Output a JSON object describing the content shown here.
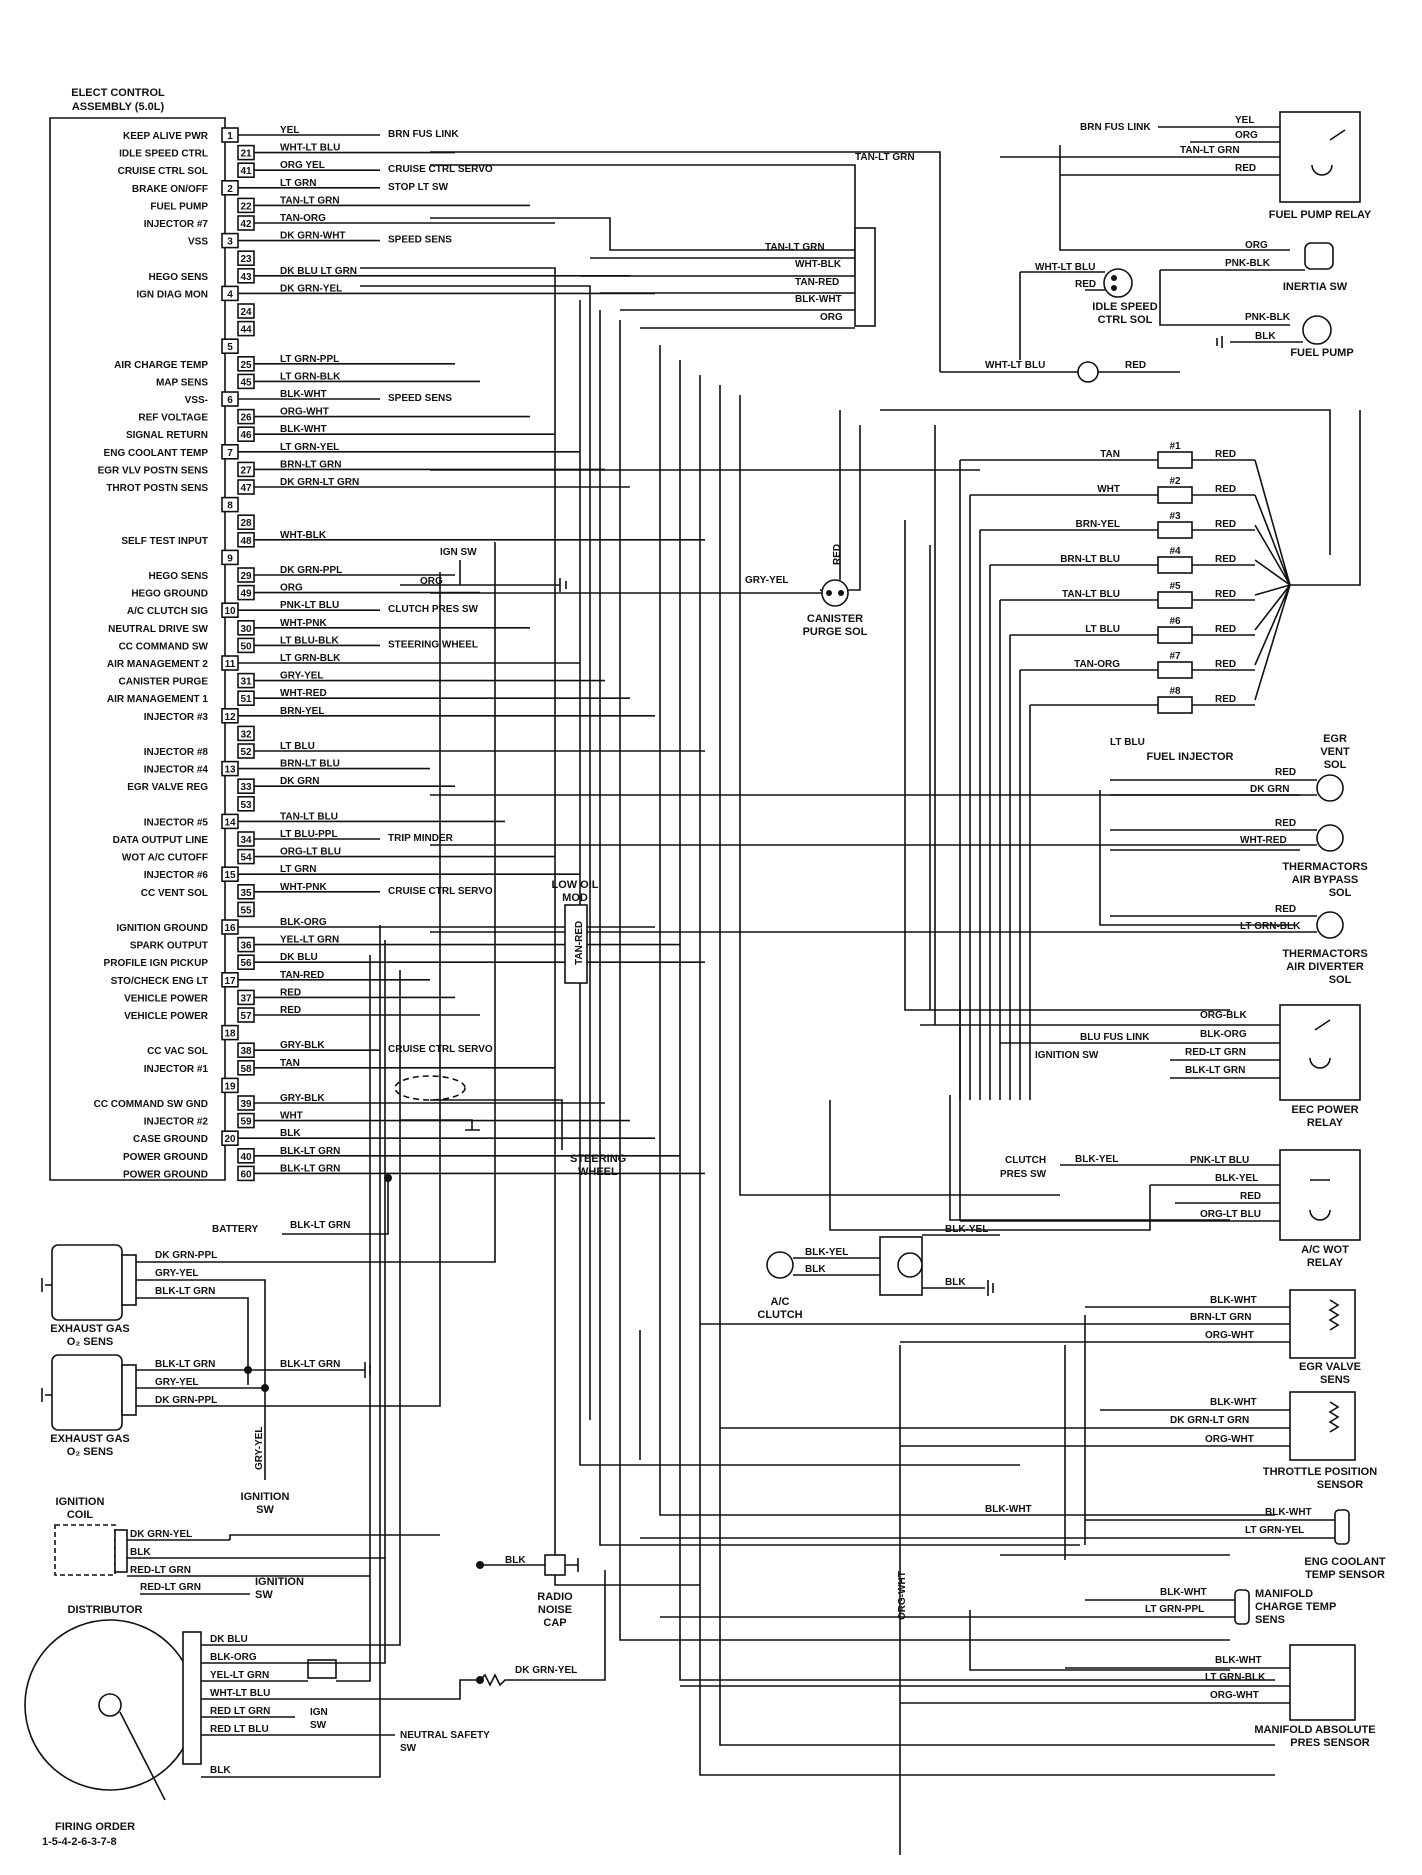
{
  "ecu": {
    "title": [
      "ELECT CONTROL",
      "ASSEMBLY (5.0L)"
    ],
    "pins": [
      {
        "label": "KEEP ALIVE PWR",
        "odd": "1",
        "even": "",
        "color": "YEL",
        "dest": "BRN FUS LINK"
      },
      {
        "label": "IDLE SPEED CTRL",
        "odd": "",
        "even": "21",
        "color": "WHT-LT BLU",
        "dest": ""
      },
      {
        "label": "CRUISE CTRL SOL",
        "odd": "",
        "even": "41",
        "color": "ORG YEL",
        "dest": "CRUISE CTRL SERVO"
      },
      {
        "label": "BRAKE ON/OFF",
        "odd": "2",
        "even": "",
        "color": "LT GRN",
        "dest": "STOP LT SW"
      },
      {
        "label": "FUEL PUMP",
        "odd": "",
        "even": "22",
        "color": "TAN-LT GRN",
        "dest": ""
      },
      {
        "label": "INJECTOR #7",
        "odd": "",
        "even": "42",
        "color": "TAN-ORG",
        "dest": ""
      },
      {
        "label": "VSS",
        "odd": "3",
        "even": "",
        "color": "DK GRN-WHT",
        "dest": "SPEED SENS"
      },
      {
        "label": "",
        "odd": "",
        "even": "23",
        "color": "",
        "dest": ""
      },
      {
        "label": "HEGO SENS",
        "odd": "",
        "even": "43",
        "color": "DK BLU LT GRN",
        "dest": ""
      },
      {
        "label": "IGN DIAG MON",
        "odd": "4",
        "even": "",
        "color": "DK GRN-YEL",
        "dest": ""
      },
      {
        "label": "",
        "odd": "",
        "even": "24",
        "color": "",
        "dest": ""
      },
      {
        "label": "",
        "odd": "",
        "even": "44",
        "color": "",
        "dest": ""
      },
      {
        "label": "",
        "odd": "5",
        "even": "",
        "color": "",
        "dest": ""
      },
      {
        "label": "AIR CHARGE TEMP",
        "odd": "",
        "even": "25",
        "color": "LT GRN-PPL",
        "dest": ""
      },
      {
        "label": "MAP SENS",
        "odd": "",
        "even": "45",
        "color": "LT GRN-BLK",
        "dest": ""
      },
      {
        "label": "VSS-",
        "odd": "6",
        "even": "",
        "color": "BLK-WHT",
        "dest": "SPEED SENS"
      },
      {
        "label": "REF VOLTAGE",
        "odd": "",
        "even": "26",
        "color": "ORG-WHT",
        "dest": ""
      },
      {
        "label": "SIGNAL RETURN",
        "odd": "",
        "even": "46",
        "color": "BLK-WHT",
        "dest": ""
      },
      {
        "label": "ENG COOLANT TEMP",
        "odd": "7",
        "even": "",
        "color": "LT GRN-YEL",
        "dest": ""
      },
      {
        "label": "EGR VLV POSTN SENS",
        "odd": "",
        "even": "27",
        "color": "BRN-LT GRN",
        "dest": ""
      },
      {
        "label": "THROT POSTN SENS",
        "odd": "",
        "even": "47",
        "color": "DK GRN-LT GRN",
        "dest": ""
      },
      {
        "label": "",
        "odd": "8",
        "even": "",
        "color": "",
        "dest": ""
      },
      {
        "label": "",
        "odd": "",
        "even": "28",
        "color": "",
        "dest": ""
      },
      {
        "label": "SELF TEST INPUT",
        "odd": "",
        "even": "48",
        "color": "WHT-BLK",
        "dest": ""
      },
      {
        "label": "",
        "odd": "9",
        "even": "",
        "color": "",
        "dest": ""
      },
      {
        "label": "HEGO SENS",
        "odd": "",
        "even": "29",
        "color": "DK GRN-PPL",
        "dest": ""
      },
      {
        "label": "HEGO GROUND",
        "odd": "",
        "even": "49",
        "color": "ORG",
        "dest": ""
      },
      {
        "label": "A/C CLUTCH SIG",
        "odd": "10",
        "even": "",
        "color": "PNK-LT BLU",
        "dest": "CLUTCH PRES SW"
      },
      {
        "label": "NEUTRAL DRIVE SW",
        "odd": "",
        "even": "30",
        "color": "WHT-PNK",
        "dest": ""
      },
      {
        "label": "CC COMMAND SW",
        "odd": "",
        "even": "50",
        "color": "LT BLU-BLK",
        "dest": "STEERING WHEEL"
      },
      {
        "label": "AIR MANAGEMENT 2",
        "odd": "11",
        "even": "",
        "color": "LT GRN-BLK",
        "dest": ""
      },
      {
        "label": "CANISTER PURGE",
        "odd": "",
        "even": "31",
        "color": "GRY-YEL",
        "dest": ""
      },
      {
        "label": "AIR MANAGEMENT 1",
        "odd": "",
        "even": "51",
        "color": "WHT-RED",
        "dest": ""
      },
      {
        "label": "INJECTOR #3",
        "odd": "12",
        "even": "",
        "color": "BRN-YEL",
        "dest": ""
      },
      {
        "label": "",
        "odd": "",
        "even": "32",
        "color": "",
        "dest": ""
      },
      {
        "label": "INJECTOR #8",
        "odd": "",
        "even": "52",
        "color": "LT BLU",
        "dest": ""
      },
      {
        "label": "INJECTOR #4",
        "odd": "13",
        "even": "",
        "color": "BRN-LT BLU",
        "dest": ""
      },
      {
        "label": "EGR VALVE REG",
        "odd": "",
        "even": "33",
        "color": "DK GRN",
        "dest": ""
      },
      {
        "label": "",
        "odd": "",
        "even": "53",
        "color": "",
        "dest": ""
      },
      {
        "label": "INJECTOR #5",
        "odd": "14",
        "even": "",
        "color": "TAN-LT BLU",
        "dest": ""
      },
      {
        "label": "DATA OUTPUT LINE",
        "odd": "",
        "even": "34",
        "color": "LT BLU-PPL",
        "dest": "TRIP MINDER"
      },
      {
        "label": "WOT A/C CUTOFF",
        "odd": "",
        "even": "54",
        "color": "ORG-LT BLU",
        "dest": ""
      },
      {
        "label": "INJECTOR #6",
        "odd": "15",
        "even": "",
        "color": "LT GRN",
        "dest": ""
      },
      {
        "label": "CC VENT SOL",
        "odd": "",
        "even": "35",
        "color": "WHT-PNK",
        "dest": "CRUISE CTRL SERVO"
      },
      {
        "label": "",
        "odd": "",
        "even": "55",
        "color": "",
        "dest": ""
      },
      {
        "label": "IGNITION GROUND",
        "odd": "16",
        "even": "",
        "color": "BLK-ORG",
        "dest": ""
      },
      {
        "label": "SPARK OUTPUT",
        "odd": "",
        "even": "36",
        "color": "YEL-LT GRN",
        "dest": ""
      },
      {
        "label": "PROFILE IGN PICKUP",
        "odd": "",
        "even": "56",
        "color": "DK BLU",
        "dest": ""
      },
      {
        "label": "STO/CHECK ENG LT",
        "odd": "17",
        "even": "",
        "color": "TAN-RED",
        "dest": ""
      },
      {
        "label": "VEHICLE POWER",
        "odd": "",
        "even": "37",
        "color": "RED",
        "dest": ""
      },
      {
        "label": "VEHICLE POWER",
        "odd": "",
        "even": "57",
        "color": "RED",
        "dest": ""
      },
      {
        "label": "",
        "odd": "18",
        "even": "",
        "color": "",
        "dest": ""
      },
      {
        "label": "CC VAC SOL",
        "odd": "",
        "even": "38",
        "color": "GRY-BLK",
        "dest": "CRUISE CTRL SERVO"
      },
      {
        "label": "INJECTOR #1",
        "odd": "",
        "even": "58",
        "color": "TAN",
        "dest": ""
      },
      {
        "label": "",
        "odd": "19",
        "even": "",
        "color": "",
        "dest": ""
      },
      {
        "label": "CC COMMAND SW GND",
        "odd": "",
        "even": "39",
        "color": "GRY-BLK",
        "dest": ""
      },
      {
        "label": "INJECTOR #2",
        "odd": "",
        "even": "59",
        "color": "WHT",
        "dest": ""
      },
      {
        "label": "CASE GROUND",
        "odd": "20",
        "even": "",
        "color": "BLK",
        "dest": ""
      },
      {
        "label": "POWER GROUND",
        "odd": "",
        "even": "40",
        "color": "BLK-LT GRN",
        "dest": ""
      },
      {
        "label": "POWER GROUND",
        "odd": "",
        "even": "60",
        "color": "BLK-LT GRN",
        "dest": ""
      }
    ]
  },
  "misc_labels": {
    "ign_sw": "IGN SW",
    "steering_wheel": "STEERING WHEEL",
    "low_oil_mod": "LOW OIL MOD",
    "tan_red": "TAN-RED",
    "battery": "BATTERY",
    "battery_color": "BLK-LT GRN",
    "org": "ORG"
  },
  "right_components": {
    "fuel_pump_relay": {
      "name": "FUEL PUMP RELAY",
      "wires": [
        "YEL",
        "ORG",
        "TAN-LT GRN",
        "RED"
      ],
      "fuse": "BRN FUS LINK"
    },
    "tan_lt_grn_top": "TAN-LT GRN",
    "connector_wires": [
      "TAN-LT GRN",
      "WHT-BLK",
      "TAN-RED",
      "BLK-WHT",
      "ORG"
    ],
    "inertia_sw": {
      "name": "INERTIA SW",
      "wires": [
        "ORG",
        "PNK-BLK"
      ]
    },
    "idle_speed_sol": {
      "name": "IDLE SPEED CTRL SOL",
      "wires": [
        "WHT-LT BLU",
        "RED"
      ]
    },
    "fuel_pump": {
      "name": "FUEL PUMP",
      "wires": [
        "PNK-BLK",
        "BLK"
      ]
    },
    "diode_wires": [
      "WHT-LT BLU",
      "RED"
    ],
    "injectors": [
      {
        "num": "#1",
        "color": "TAN",
        "out": "RED"
      },
      {
        "num": "#2",
        "color": "WHT",
        "out": "RED"
      },
      {
        "num": "#3",
        "color": "BRN-YEL",
        "out": "RED"
      },
      {
        "num": "#4",
        "color": "BRN-LT BLU",
        "out": "RED"
      },
      {
        "num": "#5",
        "color": "TAN-LT BLU",
        "out": "RED"
      },
      {
        "num": "#6",
        "color": "LT BLU",
        "out": "RED"
      },
      {
        "num": "#7",
        "color": "TAN-ORG",
        "out": "RED"
      },
      {
        "num": "#8",
        "color": "",
        "out": "RED"
      }
    ],
    "inj8_color": "LT BLU",
    "fuel_injector": "FUEL INJECTOR",
    "canister": {
      "name": "CANISTER PURGE SOL",
      "wires": [
        "GRY-YEL",
        "RED"
      ]
    },
    "egr_vent_sol": {
      "name": "EGR VENT SOL",
      "wires": [
        "RED",
        "DK GRN"
      ]
    },
    "air_bypass": {
      "name": "THERMACTORS AIR BYPASS SOL",
      "wires": [
        "RED",
        "WHT-RED"
      ]
    },
    "air_diverter": {
      "name": "THERMACTORS AIR DIVERTER SOL",
      "wires": [
        "RED",
        "LT GRN-BLK"
      ]
    },
    "eec_relay": {
      "name": "EEC POWER RELAY",
      "wires": [
        "ORG-BLK",
        "BLK-ORG",
        "RED-LT GRN",
        "BLK-LT GRN"
      ],
      "blu_fus": "BLU FUS LINK",
      "ign_sw": "IGNITION SW"
    },
    "ac_wot_relay": {
      "name": "A/C WOT RELAY",
      "wires": [
        "PNK-LT BLU",
        "BLK-YEL",
        "RED",
        "ORG-LT BLU"
      ],
      "clutch_sw": "CLUTCH PRES SW",
      "clutch_color": "BLK-YEL"
    },
    "ac_clutch": {
      "name": "A/C CLUTCH",
      "wires": [
        "BLK-YEL",
        "BLK",
        "BLK-YEL",
        "BLK"
      ]
    },
    "egr_valve_sens": {
      "name": "EGR VALVE SENS",
      "wires": [
        "BLK-WHT",
        "BRN-LT GRN",
        "ORG-WHT"
      ]
    },
    "throttle_sensor": {
      "name": "THROTTLE POSITION SENSOR",
      "wires": [
        "BLK-WHT",
        "DK GRN-LT GRN",
        "ORG-WHT"
      ]
    },
    "coolant_sensor": {
      "name": "ENG COOLANT TEMP SENSOR",
      "wires": [
        "BLK-WHT",
        "LT GRN-YEL"
      ],
      "mid": "BLK-WHT"
    },
    "charge_temp": {
      "name": "MANIFOLD CHARGE TEMP SENS",
      "wires": [
        "BLK-WHT",
        "LT GRN-PPL"
      ]
    },
    "map_sensor": {
      "name": "MANIFOLD ABSOLUTE PRES SENSOR",
      "wires": [
        "BLK-WHT",
        "LT GRN-BLK",
        "ORG-WHT"
      ]
    },
    "org_wht_vertical": "ORG-WHT"
  },
  "left_components": {
    "exhaust1": {
      "name": "EXHAUST GAS O2 SENS",
      "wires": [
        "DK GRN-PPL",
        "GRY-YEL",
        "BLK-LT GRN"
      ]
    },
    "exhaust2": {
      "name": "EXHAUST GAS O2 SENS",
      "wires": [
        "BLK-LT GRN",
        "GRY-YEL",
        "DK GRN-PPL"
      ],
      "ground": "BLK-LT GRN"
    },
    "gry_yel_vert": "GRY-YEL",
    "ignition_sw": "IGNITION SW",
    "ignition_coil": {
      "name": "IGNITION COIL",
      "wires": [
        "DK GRN-YEL",
        "BLK",
        "RED-LT GRN",
        "RED-LT GRN"
      ],
      "sw": "IGNITION SW"
    },
    "radio_cap": {
      "name": "RADIO NOISE CAP",
      "wire": "BLK"
    },
    "distributor": {
      "name": "DISTRIBUTOR",
      "wires": [
        "DK BLU",
        "BLK-ORG",
        "YEL-LT GRN",
        "WHT-LT BLU",
        "RED LT GRN",
        "RED LT BLU",
        "BLK"
      ],
      "ign_sw": "IGN SW",
      "neutral": "NEUTRAL SAFETY SW",
      "dk_grn_yel": "DK GRN-YEL"
    },
    "firing_order": [
      "FIRING ORDER",
      "1-5-4-2-6-3-7-8"
    ]
  },
  "page": {
    "width": 1422,
    "height": 1875,
    "pin_count": 60
  }
}
